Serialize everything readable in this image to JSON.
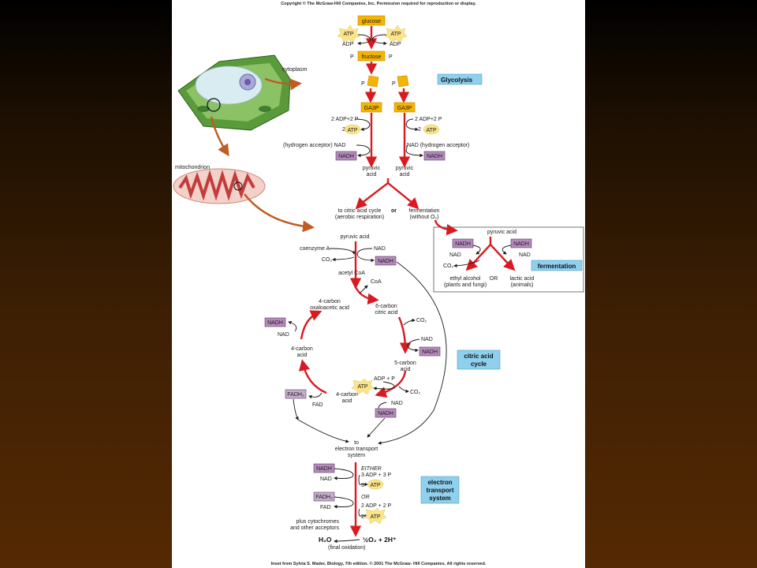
{
  "header": "Copyright © The McGraw-Hill Companies, Inc. Permission required for reproduction or display.",
  "footer": "Inset from Sylvia S. Mader, Biology, 7th edition. © 2001 The McGraw- Hill Companies. All rights reserved.",
  "inset": {
    "cytoplasm": "cytoplasm",
    "mitochondrion": "mitochondrion"
  },
  "glycolysis": {
    "label": "Glycolysis",
    "glucose": "glucose",
    "atp": "ATP",
    "adp": "ADP",
    "p": "P",
    "fructose": "fructose",
    "ga3p": "GA3P",
    "adp_2p": "2 ADP+2 P",
    "two": "2",
    "nad_left": "(hydrogen acceptor) NAD",
    "nad_right": "NAD (hydrogen acceptor)",
    "nadh": "NADH",
    "pyruvic": "pyruvic",
    "acid": "acid"
  },
  "branch": {
    "to_cycle_1": "to citric acid cycle",
    "to_cycle_2": "(aerobic respiration)",
    "or": "or",
    "ferm_1": "fermentation",
    "ferm_2": "(without O₂)"
  },
  "prep": {
    "pyruvic_acid": "pyruvic acid",
    "coenzyme_a": "coenzyme A",
    "nad": "NAD",
    "co2": "CO₂",
    "nadh": "NADH",
    "acetyl_coa": "acetyl CoA",
    "coa": "CoA"
  },
  "fermentation": {
    "label": "fermentation",
    "pyruvic_acid": "pyruvic acid",
    "nadh": "NADH",
    "nad": "NAD",
    "co2": "CO₂",
    "ethyl_1": "ethyl alcohol",
    "ethyl_2": "(plants and fungi)",
    "or": "OR",
    "lactic_1": "lactic acid",
    "lactic_2": "(animals)"
  },
  "cycle": {
    "label_1": "citric acid",
    "label_2": "cycle",
    "oxalo_1": "4-carbon",
    "oxalo_2": "oxaloacetic acid",
    "citric_1": "6-carbon",
    "citric_2": "citric acid",
    "co2": "CO₂",
    "nad": "NAD",
    "nadh": "NADH",
    "five_1": "5-carbon",
    "five_2": "acid",
    "adp_p": "ADP + P",
    "atp": "ATP",
    "four_1": "4-carbon",
    "four_2": "acid",
    "fadh2": "FADH₂",
    "fad": "FAD"
  },
  "ets": {
    "to_1": "to",
    "to_2": "electron transport",
    "to_3": "system",
    "label_1": "electron",
    "label_2": "transport",
    "label_3": "system",
    "nadh": "NADH",
    "nad": "NAD",
    "either": "EITHER",
    "adp3": "3 ADP + 3 P",
    "three": "3",
    "atp": "ATP",
    "or": "OR",
    "fadh2": "FADH₂",
    "fad": "FAD",
    "adp2": "2 ADP + 2 P",
    "two": "2",
    "plus_1": "plus cytochromes",
    "plus_2": "and other acceptors",
    "h2o": "H₂O",
    "final": "(final oxidation)",
    "o2": "½O₂ + 2H⁺"
  }
}
